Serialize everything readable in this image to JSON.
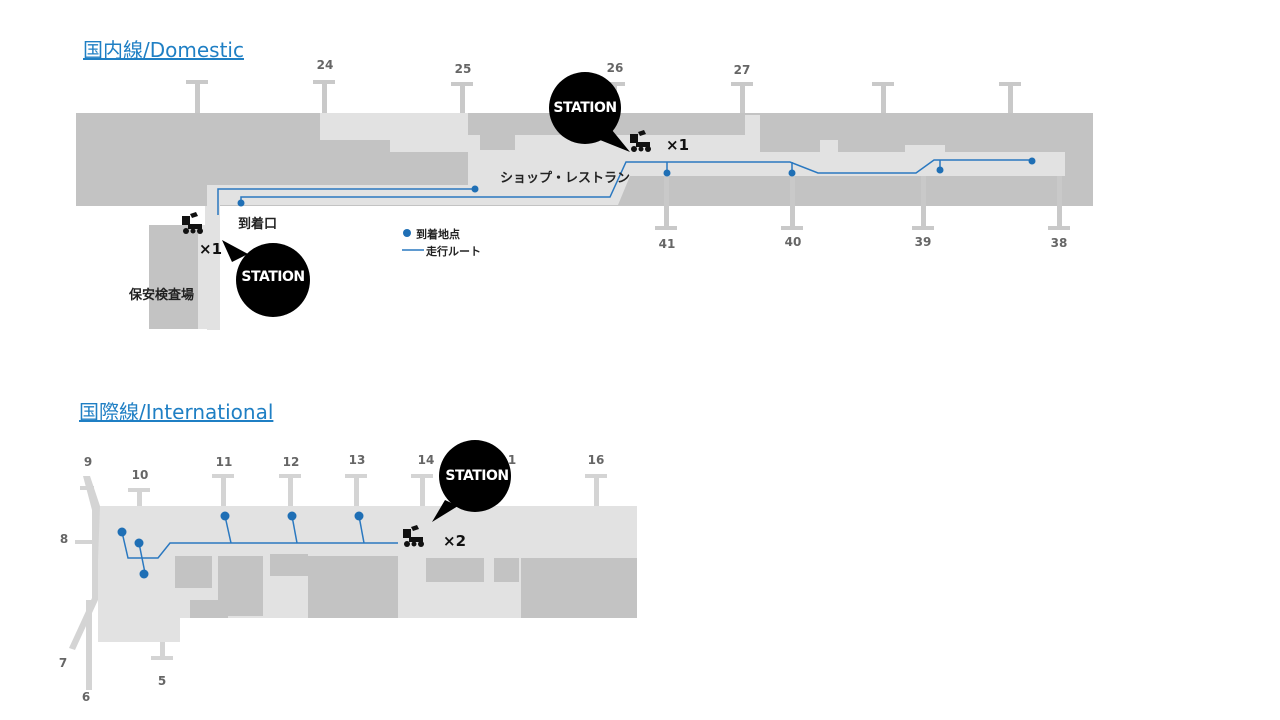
{
  "domestic": {
    "title": "国内線/Domestic",
    "gates_top": [
      "24",
      "25",
      "26",
      "27"
    ],
    "gates_bottom": [
      "41",
      "40",
      "39",
      "38"
    ],
    "labels": {
      "shops": "ショップ・レストラン",
      "arrival_gate": "到着口",
      "security": "保安検査場"
    },
    "stations": [
      {
        "label": "STATION",
        "count": "×1"
      },
      {
        "label": "STATION",
        "count": "×1"
      }
    ],
    "legend": {
      "arrival_point": "到着地点",
      "route": "走行ルート"
    }
  },
  "international": {
    "title": "国際線/International",
    "gates": [
      "9",
      "10",
      "11",
      "12",
      "13",
      "14",
      "1",
      "16",
      "8",
      "7",
      "6",
      "5"
    ],
    "stations": [
      {
        "label": "STATION",
        "count": "×2"
      }
    ]
  },
  "colors": {
    "title": "#1f7fc4",
    "route": "#2a78c0",
    "building_dark": "#c3c3c3",
    "building_light": "#e2e2e2",
    "bubble": "#000000"
  }
}
